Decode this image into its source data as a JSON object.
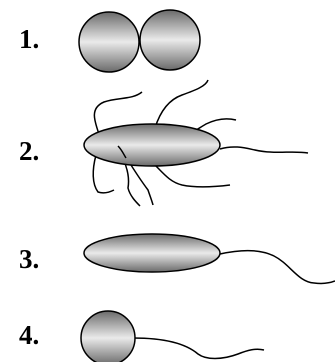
{
  "labels": [
    "1.",
    "2.",
    "3.",
    "4."
  ],
  "items": [
    {
      "kind": "diplococcus"
    },
    {
      "kind": "bacillus-peritrichous-flagella"
    },
    {
      "kind": "bacillus-monotrichous-flagellum"
    },
    {
      "kind": "coccus-monotrichous-flagellum"
    }
  ],
  "colors": {
    "cell_edge": "#6a6a6a",
    "cell_mid": "#eaeaea",
    "outline": "#000000",
    "flagellum": "#000000"
  }
}
